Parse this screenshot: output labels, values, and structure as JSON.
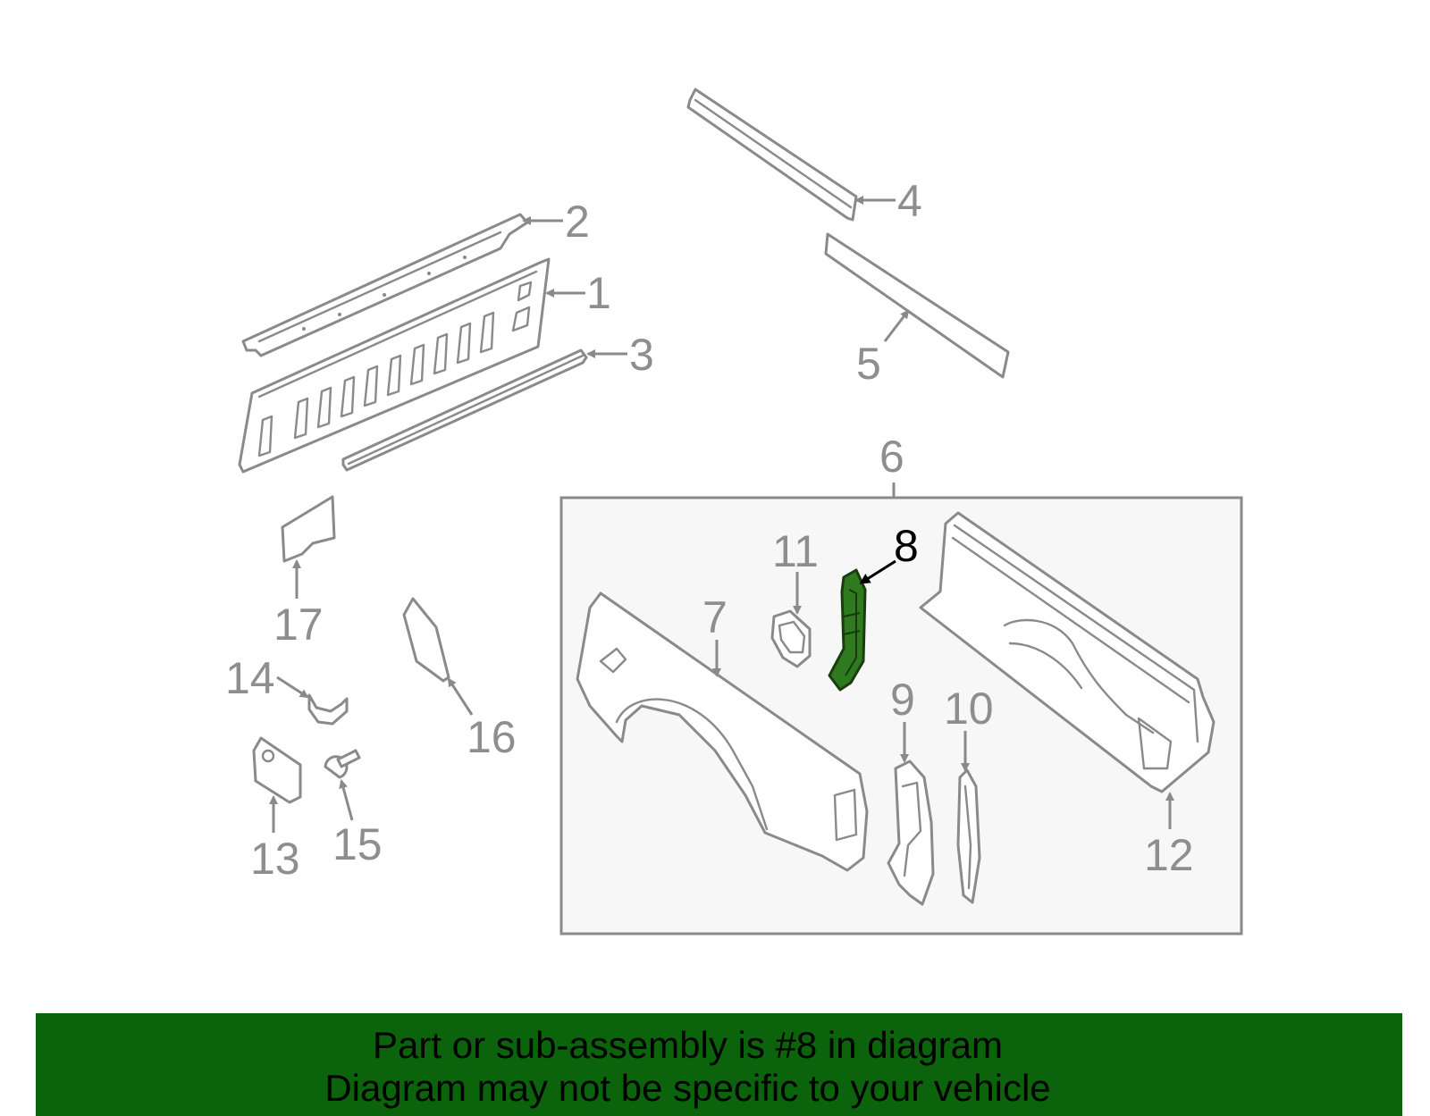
{
  "diagram": {
    "labels": [
      {
        "id": "1",
        "text": "1"
      },
      {
        "id": "2",
        "text": "2"
      },
      {
        "id": "3",
        "text": "3"
      },
      {
        "id": "4",
        "text": "4"
      },
      {
        "id": "5",
        "text": "5"
      },
      {
        "id": "6",
        "text": "6"
      },
      {
        "id": "7",
        "text": "7"
      },
      {
        "id": "8",
        "text": "8",
        "highlighted": true
      },
      {
        "id": "9",
        "text": "9"
      },
      {
        "id": "10",
        "text": "10"
      },
      {
        "id": "11",
        "text": "11"
      },
      {
        "id": "12",
        "text": "12"
      },
      {
        "id": "13",
        "text": "13"
      },
      {
        "id": "14",
        "text": "14"
      },
      {
        "id": "15",
        "text": "15"
      },
      {
        "id": "16",
        "text": "16"
      },
      {
        "id": "17",
        "text": "17"
      }
    ],
    "highlight_color": "#2f7a1e",
    "line_color": "#8a8a8a",
    "box_fill": "#f7f7f7"
  },
  "banner": {
    "line1": "Part or sub-assembly is #8 in diagram",
    "line2": "Diagram may not be specific to your vehicle",
    "background": "#0b640b"
  }
}
